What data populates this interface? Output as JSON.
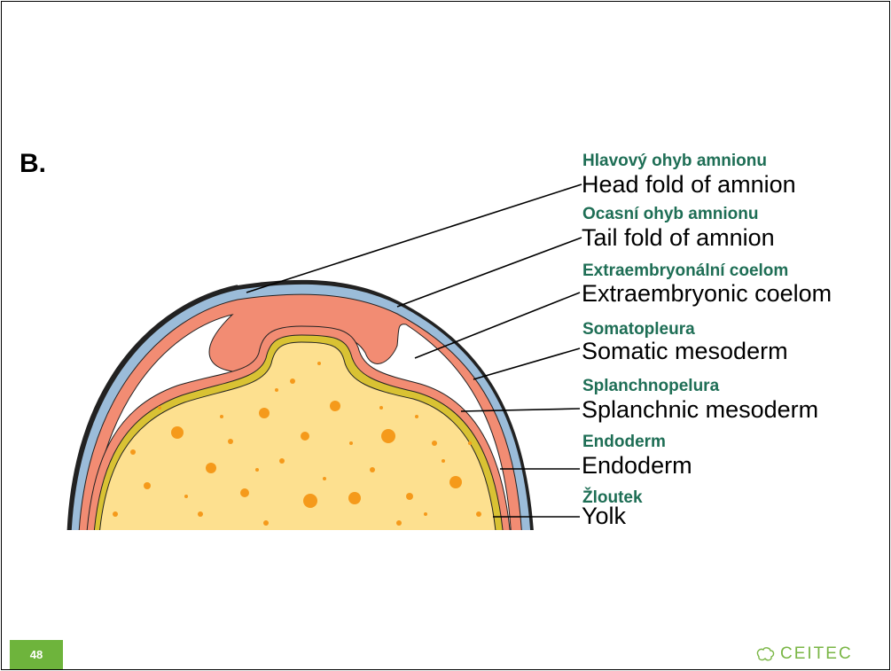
{
  "slide": {
    "section_letter": "B.",
    "page_number": "48",
    "logo_text": "CEITEC"
  },
  "labels": [
    {
      "cz": "Hlavový ohyb amnionu",
      "en": "Head fold of amnion"
    },
    {
      "cz": "Ocasní ohyb amnionu",
      "en": "Tail fold of amnion"
    },
    {
      "cz": "Extraembryonální coelom",
      "en": "Extraembryonic coelom"
    },
    {
      "cz": "Somatopleura",
      "en": "Somatic mesoderm"
    },
    {
      "cz": "Splanchnopelura",
      "en": "Splanchnic mesoderm"
    },
    {
      "cz": "Endoderm",
      "en": "Endoderm"
    },
    {
      "cz": "Žloutek",
      "en": "Yolk"
    }
  ],
  "colors": {
    "amnion_ectoderm": "#9bbcd9",
    "mesoderm": "#f28c73",
    "endoderm_line": "#d9c233",
    "yolk": "#fde08f",
    "yolk_dots": "#f59a1b",
    "czech_label": "#1e6e55",
    "page_badge": "#6eb43c",
    "logo": "#7ab645"
  }
}
